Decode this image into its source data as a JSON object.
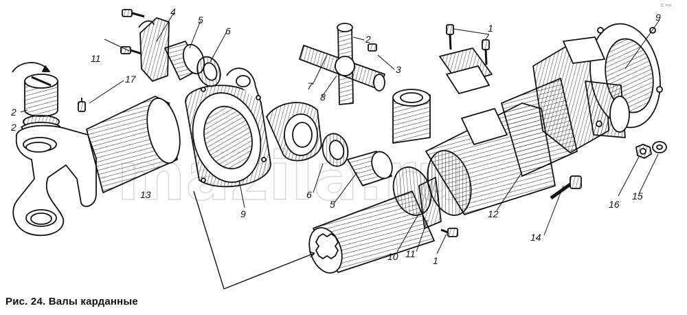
{
  "caption": "Рис. 24. Валы карданные",
  "watermark": "mazila.ru",
  "corner_mark": "c ==",
  "callouts": {
    "c1a": "1",
    "c1b": "1",
    "c2a": "2",
    "c2b": "2",
    "c2c": "2",
    "c3": "3",
    "c4": "4",
    "c5a": "5",
    "c5b": "5",
    "c6a": "6",
    "c6b": "6",
    "c7": "7",
    "c8": "8",
    "c9a": "9",
    "c9b": "9",
    "c10": "10",
    "c11a": "11",
    "c11b": "11",
    "c12": "12",
    "c13": "13",
    "c14": "14",
    "c15": "15",
    "c16": "16",
    "c17": "17"
  }
}
